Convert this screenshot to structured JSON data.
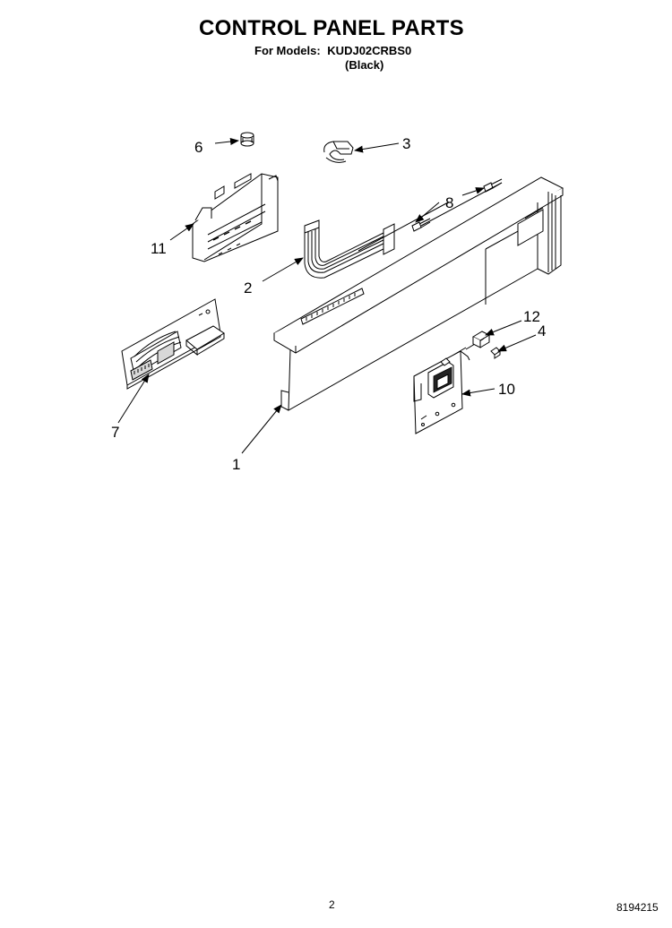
{
  "header": {
    "title": "CONTROL PANEL PARTS",
    "models_label": "For Models:",
    "model": "KUDJ02CRBS0",
    "variant": "(Black)"
  },
  "callouts": [
    {
      "id": "1",
      "label": "1"
    },
    {
      "id": "2",
      "label": "2"
    },
    {
      "id": "3",
      "label": "3"
    },
    {
      "id": "4",
      "label": "4"
    },
    {
      "id": "6",
      "label": "6"
    },
    {
      "id": "7",
      "label": "7"
    },
    {
      "id": "8",
      "label": "8"
    },
    {
      "id": "10",
      "label": "10"
    },
    {
      "id": "11",
      "label": "11"
    },
    {
      "id": "12",
      "label": "12"
    }
  ],
  "footer": {
    "page_number": "2",
    "document_number": "8194215"
  }
}
